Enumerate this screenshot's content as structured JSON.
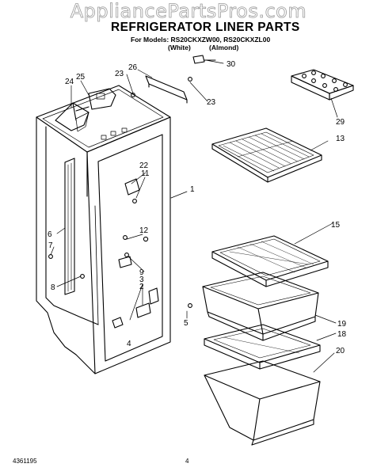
{
  "watermark": "AppliancePartsPros.com",
  "header": {
    "title": "REFRIGERATOR LINER PARTS",
    "models": "For Models: RS20CKXZW00,   RS20CKXZL00",
    "variant_white": "(White)",
    "variant_almond": "(Almond)"
  },
  "callouts": [
    "1",
    "2",
    "3",
    "4",
    "5",
    "6",
    "7",
    "8",
    "9",
    "11",
    "12",
    "13",
    "15",
    "18",
    "19",
    "20",
    "22",
    "23",
    "23",
    "24",
    "25",
    "26",
    "29",
    "30"
  ],
  "footer": {
    "doc_number": "4361195",
    "page_number": "4"
  }
}
